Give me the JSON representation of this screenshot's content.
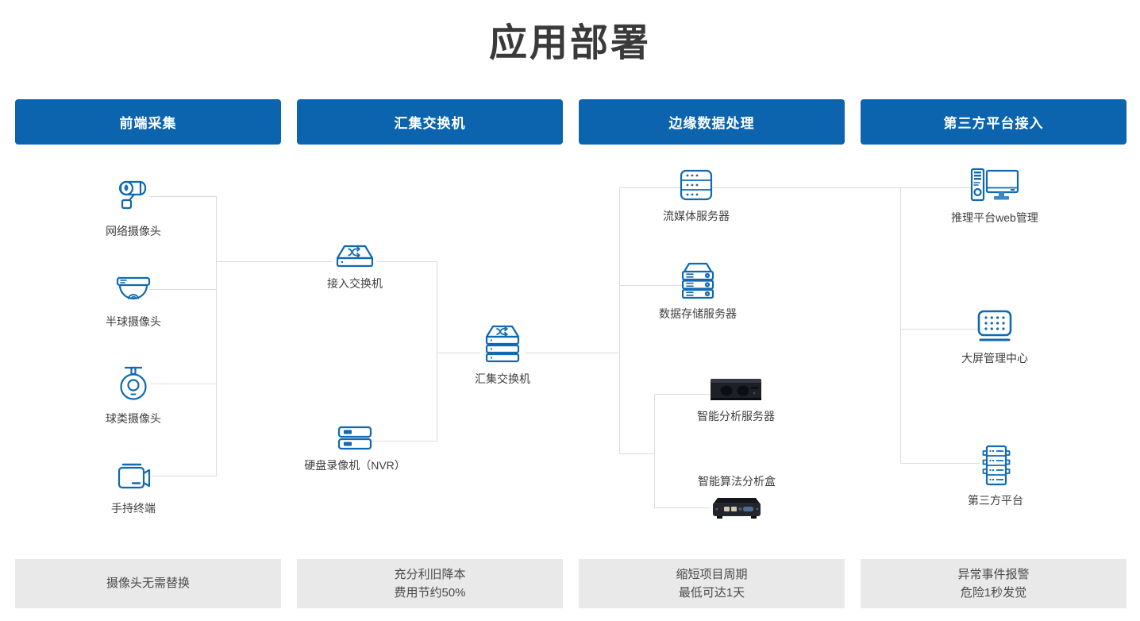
{
  "page": {
    "title": "应用部署"
  },
  "colors": {
    "header_bg": "#0b64ad",
    "header_text": "#ffffff",
    "icon_blue": "#1069b1",
    "connector_gray": "#dcdcdc",
    "benefit_bg": "#e9e9e9",
    "benefit_text": "#4a4a4a",
    "label_text": "#3f3f3f",
    "title_color": "#3a3a3a"
  },
  "columns": [
    {
      "header": "前端采集",
      "benefit": {
        "line1": "摄像头无需替换",
        "line2": ""
      }
    },
    {
      "header": "汇集交换机",
      "benefit": {
        "line1": "充分利旧降本",
        "line2": "费用节约50%"
      }
    },
    {
      "header": "边缘数据处理",
      "benefit": {
        "line1": "缩短项目周期",
        "line2": "最低可达1天"
      }
    },
    {
      "header": "第三方平台接入",
      "benefit": {
        "line1": "异常事件报警",
        "line2": "危险1秒发觉"
      }
    }
  ],
  "nodes": {
    "network_camera": {
      "label": "网络摄像头"
    },
    "dome_camera": {
      "label": "半球摄像头"
    },
    "ball_camera": {
      "label": "球类摄像头"
    },
    "handheld_terminal": {
      "label": "手持终端"
    },
    "access_switch": {
      "label": "接入交换机"
    },
    "aggregation_switch": {
      "label": "汇集交换机"
    },
    "nvr": {
      "label": "硬盘录像机（NVR）"
    },
    "streaming_server": {
      "label": "流媒体服务器"
    },
    "storage_server": {
      "label": "数据存储服务器"
    },
    "analysis_server": {
      "label": "智能分析服务器"
    },
    "algorithm_box": {
      "label": "智能算法分析盒"
    },
    "inference_web": {
      "label": "推理平台web管理"
    },
    "big_screen": {
      "label": "大屏管理中心"
    },
    "third_party": {
      "label": "第三方平台"
    }
  }
}
